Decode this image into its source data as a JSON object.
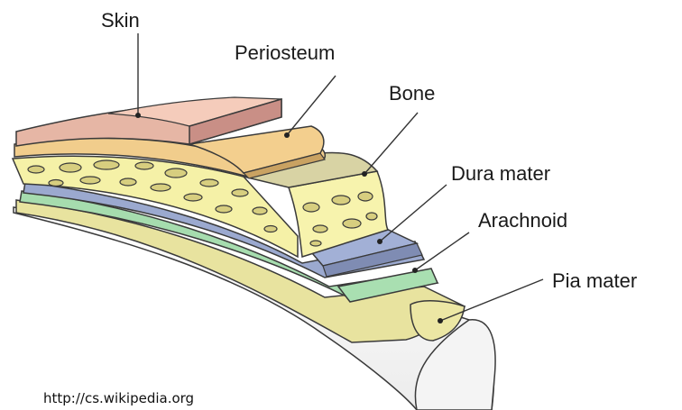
{
  "labels": {
    "skin": "Skin",
    "periosteum": "Periosteum",
    "bone": "Bone",
    "dura": "Dura mater",
    "arachnoid": "Arachnoid",
    "pia": "Pia mater"
  },
  "source": "http://cs.wikipedia.org",
  "colors": {
    "skin": "#e8b9a8",
    "periosteum": "#f2cf8f",
    "bone": "#f4f0a6",
    "dura": "#9aa8cf",
    "arachnoid": "#a9dfb1",
    "pia": "#e9e5a2",
    "brain": "#f7f7f7",
    "outline": "#3a3a3a"
  }
}
